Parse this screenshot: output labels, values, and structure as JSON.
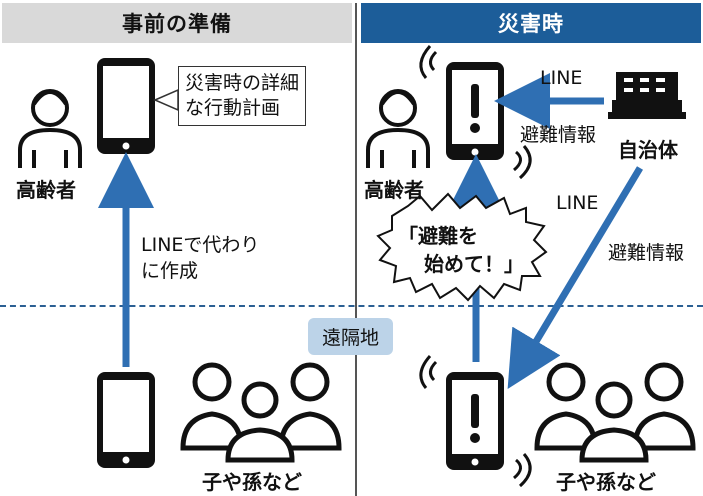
{
  "left_panel": {
    "header": "事前の準備",
    "elderly_label": "高齢者",
    "callout_line1": "災害時の詳細",
    "callout_line2": "な行動計画",
    "arrow_line1": "LINEで代わり",
    "arrow_line2": "に作成",
    "family_label": "子や孫など"
  },
  "right_panel": {
    "header": "災害時",
    "elderly_label": "高齢者",
    "municipality_label": "自治体",
    "line_label_top": "LINE",
    "evac_info_top": "避難情報",
    "line_label_diag": "LINE",
    "evac_info_diag": "避難情報",
    "burst_line1": "「避難を",
    "burst_line2": "始めて！」",
    "family_label": "子や孫など"
  },
  "center": {
    "remote_label": "遠隔地"
  },
  "colors": {
    "accent_blue": "#1c5d99",
    "arrow_blue": "#2f6fb3",
    "header_gray": "#d9d9d9",
    "pill_blue": "#bcd3e8"
  }
}
